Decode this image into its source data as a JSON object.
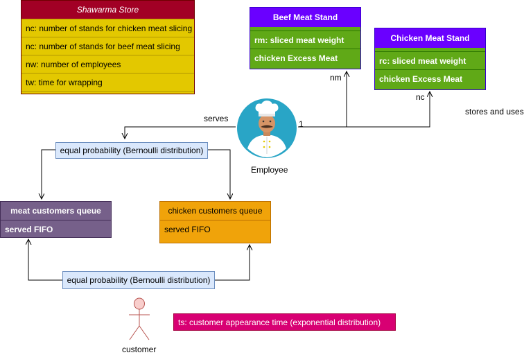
{
  "shawarma_store": {
    "title": "Shawarma Store",
    "rows": [
      "nc: number of stands for chicken meat slicing",
      "nc: number of stands for beef meat slicing",
      "nw: number of employees",
      "tw: time for wrapping"
    ]
  },
  "beef_stand": {
    "title": "Beef Meat Stand",
    "rows": [
      "rm: sliced meat weight",
      "chicken Excess Meat"
    ],
    "multiplicity": "nm"
  },
  "chicken_stand": {
    "title": "Chicken Meat Stand",
    "rows": [
      "rc: sliced meat weight",
      "chicken Excess Meat"
    ],
    "multiplicity": "nc"
  },
  "relations": {
    "serves": "serves",
    "one": "1",
    "stores_and_uses": "stores and uses"
  },
  "employee": {
    "label": "Employee"
  },
  "distribution_top": "equal probability (Bernoulli distribution)",
  "distribution_bottom": "equal probability (Bernoulli distribution)",
  "meat_queue": {
    "title": "meat customers queue",
    "row": "served FIFO"
  },
  "chicken_queue": {
    "title": "chicken customers queue",
    "row": "served FIFO"
  },
  "customer": {
    "label": "customer"
  },
  "appearance_time": "ts: customer appearance time (exponential distribution)",
  "colors": {
    "store_header": "#a20025",
    "store_body": "#e3c800",
    "stand_header": "#6a00ff",
    "stand_body": "#60a917",
    "meat_queue": "#76608a",
    "chicken_queue": "#f0a30a",
    "distribution_box": "#dae8fc",
    "appearance_box": "#d80073",
    "employee_circle": "#29a5c6",
    "customer_fill": "#f8cecc"
  }
}
